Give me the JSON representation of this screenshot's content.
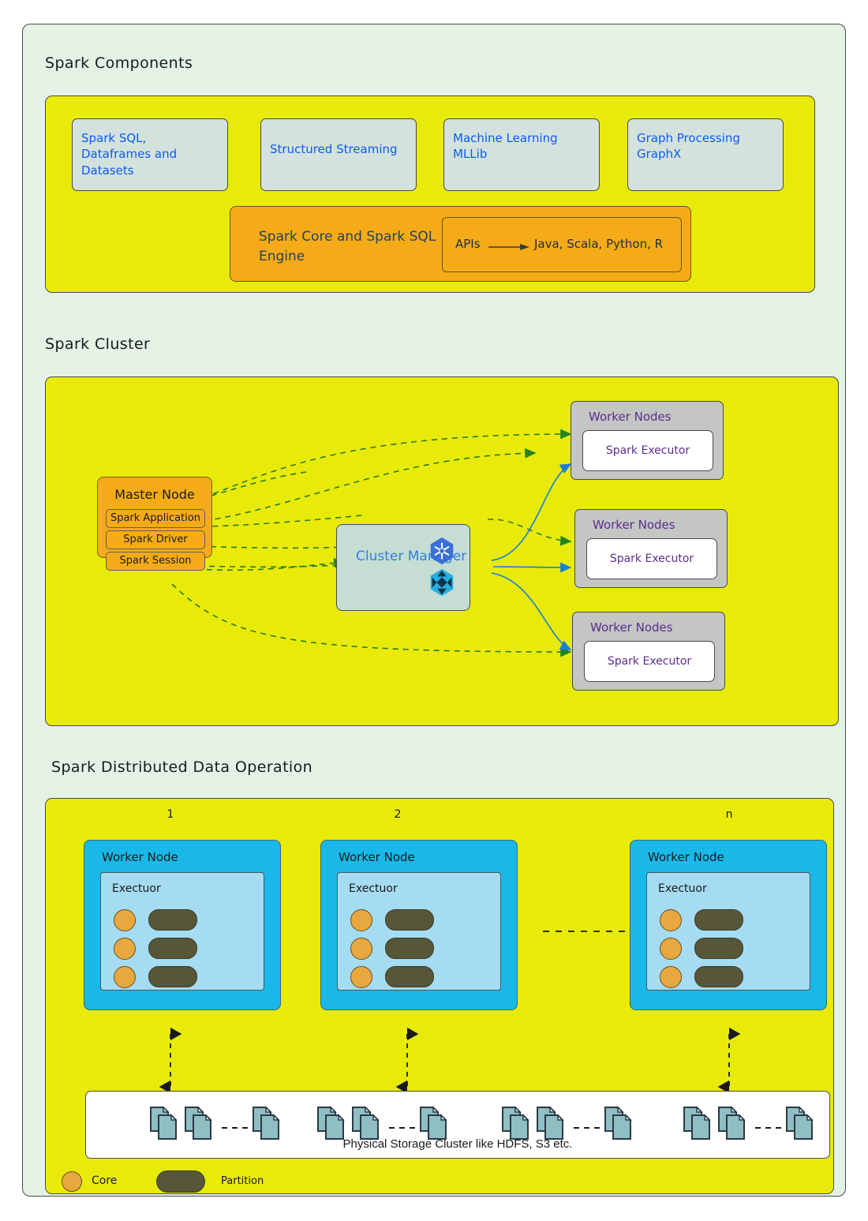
{
  "sections": [
    {
      "title": "Spark Components"
    },
    {
      "title": "Spark Cluster"
    },
    {
      "title": "Spark Distributed Data Operation"
    }
  ],
  "components": {
    "boxes": [
      {
        "label": "Spark SQL, Dataframes and Datasets"
      },
      {
        "label": "Structured Streaming"
      },
      {
        "label": "Machine Learning MLLib"
      },
      {
        "label": "Graph Processing GraphX"
      }
    ],
    "core": {
      "label": "Spark Core and Spark SQL Engine",
      "apis_label": "APIs",
      "api_languages": "Java, Scala, Python, R"
    }
  },
  "cluster": {
    "master_node": {
      "title": "Master Node",
      "items": [
        "Spark Application",
        "Spark Driver",
        "Spark Session"
      ]
    },
    "cluster_manager": {
      "label": "Cluster Manager",
      "icons": [
        "kubernetes-icon",
        "mesos-icon"
      ]
    },
    "workers": [
      {
        "title": "Worker Nodes",
        "executor": "Spark Executor"
      },
      {
        "title": "Worker Nodes",
        "executor": "Spark Executor"
      },
      {
        "title": "Worker Nodes",
        "executor": "Spark Executor"
      }
    ]
  },
  "distributed_ops": {
    "worker_indices": [
      "1",
      "2",
      "n"
    ],
    "workers": [
      {
        "title": "Worker Node",
        "executor": "Exectuor",
        "cores": 3,
        "partitions": 3
      },
      {
        "title": "Worker Node",
        "executor": "Exectuor",
        "cores": 3,
        "partitions": 3
      },
      {
        "title": "Worker Node",
        "executor": "Exectuor",
        "cores": 3,
        "partitions": 3
      }
    ],
    "storage": {
      "label": "Physical Storage Cluster  like HDFS, S3 etc.",
      "file_groups": 4
    },
    "legend": [
      {
        "shape": "circle",
        "label": "Core"
      },
      {
        "shape": "pill",
        "label": "Partition"
      }
    ]
  },
  "colors": {
    "frame_bg": "#e4f2e6",
    "panel_yellow": "#e8eb09",
    "component_box": "#d4e2dd",
    "component_text": "#0b5cf0",
    "orange": "#f5ab17",
    "cluster_manager_bg": "#c5ddd2",
    "worker_gray": "#c3c6c3",
    "worker_text": "#5b2d8e",
    "dop_worker": "#1ab8e8",
    "dop_executor": "#a5dcf2",
    "core": "#e8a83f",
    "partition": "#575639",
    "arrow_green": "#2f8f2f",
    "arrow_blue": "#1a7fd4",
    "file_icon": "#8fbec4"
  }
}
